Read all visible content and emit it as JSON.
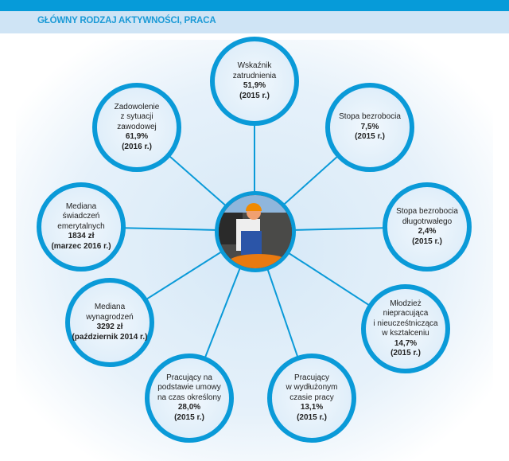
{
  "header": {
    "title": "GŁÓWNY RODZAJ AKTYWNOŚCI, PRACA"
  },
  "nodes": [
    {
      "label": [
        "Wskaźnik",
        "zatrudnienia"
      ],
      "value": "51,9%",
      "date": "(2015 r.)"
    },
    {
      "label": [
        "Zadowolenie",
        "z sytuacji",
        "zawodowej"
      ],
      "value": "61,9%",
      "date": "(2016 r.)"
    },
    {
      "label": [
        "Stopa bezrobocia"
      ],
      "value": "7,5%",
      "date": "(2015 r.)"
    },
    {
      "label": [
        "Mediana",
        "świadczeń",
        "emerytalnych"
      ],
      "value": "1834 zł",
      "date": "(marzec 2016 r.)"
    },
    {
      "label": [
        "Stopa bezrobocia",
        "długotrwałego"
      ],
      "value": "2,4%",
      "date": "(2015 r.)"
    },
    {
      "label": [
        "Mediana",
        "wynagrodzeń"
      ],
      "value": "3292 zł",
      "date": "(październik 2014 r.)"
    },
    {
      "label": [
        "Młodzież",
        "niepracująca",
        "i nieucześtnicząca",
        "w kształceniu"
      ],
      "value": "14,7%",
      "date": "(2015 r.)"
    },
    {
      "label": [
        "Pracujący na",
        "podstawie umowy",
        "na czas określony"
      ],
      "value": "28,0%",
      "date": "(2015 r.)"
    },
    {
      "label": [
        "Pracujący",
        "w wydłużonym",
        "czasie pracy"
      ],
      "value": "13,1%",
      "date": "(2015 r.)"
    }
  ]
}
